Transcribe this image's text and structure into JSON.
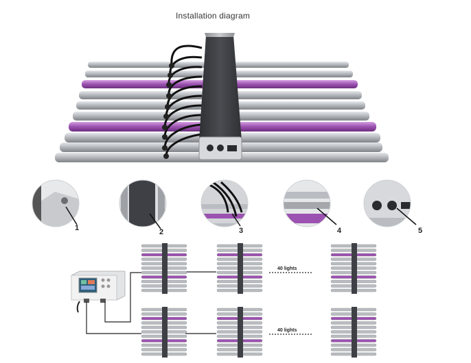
{
  "title": "Installation diagram",
  "callouts": [
    "1",
    "2",
    "3",
    "4",
    "5"
  ],
  "chain_label": "40 lights",
  "colors": {
    "bar_silver": "#b9bdc2",
    "bar_purple": "#9b52b0",
    "driver_box": "#3e4045",
    "controller": "#f2f2f2"
  }
}
